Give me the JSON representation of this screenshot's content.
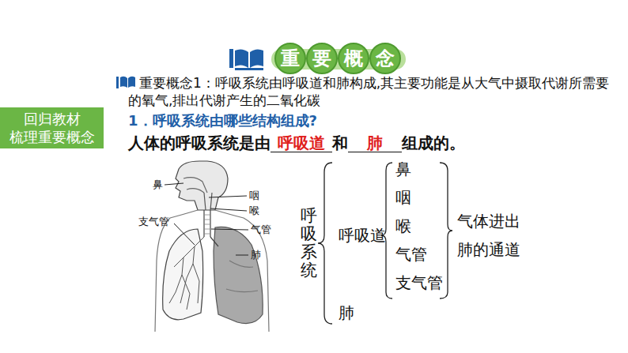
{
  "diagram": {
    "title": "重要概念",
    "nodes": [
      {
        "text": [
          "回归教材 梳理重要概念"
        ]
      }
    ],
    "labels": [
      "重要概念1：呼吸系统由呼吸道和肺构成,其主要功能是从大气中摄取代谢所需要的氧气,排出代谢产生的二氧化碳",
      "1．呼吸系统由哪些结构组成?",
      "人体的呼吸系统是由",
      "呼吸道",
      "和",
      "肺",
      "组成的。",
      "鼻",
      "咽",
      "喉",
      "支气管",
      "气管",
      "肺",
      "呼吸系统",
      "呼吸道",
      "鼻",
      "咽",
      "喉",
      "气管",
      "支气管",
      "气体进出 肺的通道",
      "肺"
    ]
  }
}
